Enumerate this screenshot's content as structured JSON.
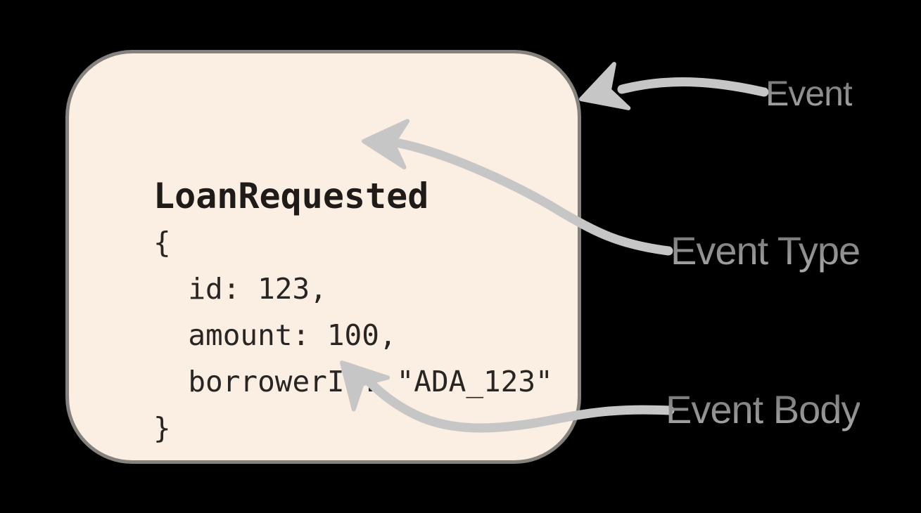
{
  "diagram": {
    "background_color": "#000000",
    "event_box": {
      "fill_color": "#fbeee2",
      "border_color": "#85817c",
      "title": "LoanRequested",
      "code_lines": {
        "0": "{",
        "1": "  id: 123,",
        "2": "  amount: 100,",
        "3": "  borrowerId: \"ADA_123\"",
        "4": "}"
      }
    },
    "labels": {
      "event": "Event",
      "event_type": "Event Type",
      "event_body": "Event Body"
    },
    "arrow_color": "#c6c6c6",
    "label_color": "#8b8b8b"
  }
}
